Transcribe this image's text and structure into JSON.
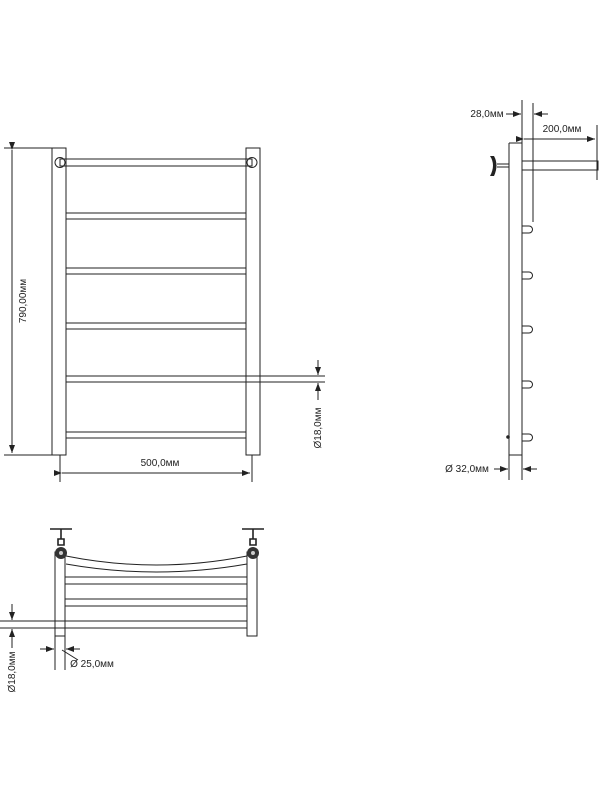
{
  "front_view": {
    "height_label": "790,00мм",
    "width_label": "500,0мм",
    "rung_diameter_label": "Ø18,0мм"
  },
  "side_view": {
    "wall_gap_label": "28,0мм",
    "depth_label": "200,0мм",
    "post_diameter_label": "Ø 32,0мм"
  },
  "top_view": {
    "rung_diameter_label": "Ø18,0мм",
    "post_diameter_label": "Ø 25,0мм"
  },
  "colors": {
    "line": "#222222",
    "background": "#ffffff"
  }
}
